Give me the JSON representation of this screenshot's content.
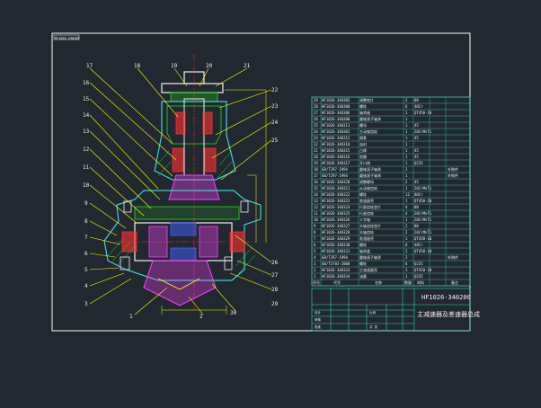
{
  "drawing": {
    "corner_tag": "HF1026-340200",
    "drawing_number": "HF1026-340200",
    "drawing_title": "主减速器及差速器总成"
  },
  "balloons": {
    "top": [
      "17",
      "18",
      "19",
      "20",
      "21"
    ],
    "left": [
      "16",
      "15",
      "14",
      "13",
      "12",
      "11",
      "10",
      "9",
      "8",
      "7",
      "6",
      "5",
      "4",
      "3"
    ],
    "right": [
      "22",
      "23",
      "24",
      "25"
    ],
    "right_lower": [
      "26",
      "27",
      "28"
    ],
    "bottom": [
      "1",
      "2",
      "30",
      "29"
    ]
  },
  "bom_rows": [
    {
      "no": "29",
      "code": "HF1026-340305",
      "name": "调整垫片",
      "qty": "2",
      "mat": "08"
    },
    {
      "no": "28",
      "code": "HF1026-340308",
      "name": "螺栓",
      "qty": "6",
      "mat": "40Cr"
    },
    {
      "no": "27",
      "code": "HF1026-340306",
      "name": "轴承座",
      "qty": "1",
      "mat": "QT450-10"
    },
    {
      "no": "26",
      "code": "HF1026-340300",
      "name": "圆锥滚子轴承",
      "qty": "1",
      "mat": ""
    },
    {
      "no": "25",
      "code": "HF1026-340311",
      "name": "螺母",
      "qty": "1",
      "mat": "45"
    },
    {
      "no": "24",
      "code": "HF1026-340301",
      "name": "主动锥齿轮",
      "qty": "1",
      "mat": "20CrMnTi"
    },
    {
      "no": "23",
      "code": "HF1026-340312",
      "name": "隔套",
      "qty": "1",
      "mat": "45"
    },
    {
      "no": "22",
      "code": "HF1026-340310",
      "name": "油封",
      "qty": "1",
      "mat": ""
    },
    {
      "no": "21",
      "code": "HF1026-340315",
      "name": "凸缘",
      "qty": "1",
      "mat": "45"
    },
    {
      "no": "20",
      "code": "HF1026-340316",
      "name": "垫圈",
      "qty": "1",
      "mat": "45"
    },
    {
      "no": "19",
      "code": "HF1026-340317",
      "name": "开口销",
      "qty": "1",
      "mat": "Q235"
    },
    {
      "no": "18",
      "code": "GB/T297-1994",
      "name": "圆锥滚子轴承",
      "qty": "2",
      "mat": "",
      "note": "外购件"
    },
    {
      "no": "17",
      "code": "GB/T297-1994",
      "name": "圆锥滚子轴承",
      "qty": "1",
      "mat": "",
      "note": "外购件"
    },
    {
      "no": "16",
      "code": "HF1026-340320",
      "name": "调整螺母",
      "qty": "2",
      "mat": "45"
    },
    {
      "no": "15",
      "code": "HF1026-340321",
      "name": "从动锥齿轮",
      "qty": "1",
      "mat": "20CrMnTi"
    },
    {
      "no": "14",
      "code": "HF1026-340322",
      "name": "螺栓",
      "qty": "12",
      "mat": "40Cr"
    },
    {
      "no": "13",
      "code": "HF1026-340323",
      "name": "差速器壳",
      "qty": "1",
      "mat": "QT450-10"
    },
    {
      "no": "12",
      "code": "HF1026-340324",
      "name": "行星齿轮垫片",
      "qty": "4",
      "mat": "08"
    },
    {
      "no": "11",
      "code": "HF1026-340325",
      "name": "行星齿轮",
      "qty": "4",
      "mat": "20CrMnTi"
    },
    {
      "no": "10",
      "code": "HF1026-340326",
      "name": "十字轴",
      "qty": "1",
      "mat": "20CrMnTi"
    },
    {
      "no": "9",
      "code": "HF1026-340327",
      "name": "半轴齿轮垫片",
      "qty": "2",
      "mat": "08"
    },
    {
      "no": "8",
      "code": "HF1026-340328",
      "name": "半轴齿轮",
      "qty": "2",
      "mat": "20CrMnTi"
    },
    {
      "no": "7",
      "code": "HF1026-340329",
      "name": "差速器壳",
      "qty": "1",
      "mat": "QT450-10"
    },
    {
      "no": "6",
      "code": "HF1026-340330",
      "name": "螺栓",
      "qty": "8",
      "mat": "40Cr"
    },
    {
      "no": "5",
      "code": "HF1026-340331",
      "name": "轴承盖",
      "qty": "2",
      "mat": "QT450-10"
    },
    {
      "no": "4",
      "code": "GB/T297-1994",
      "name": "圆锥滚子轴承",
      "qty": "2",
      "mat": "",
      "note": "外购件"
    },
    {
      "no": "3",
      "code": "GB/T5783-2000",
      "name": "螺栓",
      "qty": "6",
      "mat": "Q235"
    },
    {
      "no": "2",
      "code": "HF1026-340333",
      "name": "主减速器壳",
      "qty": "1",
      "mat": "QT450-10"
    },
    {
      "no": "1",
      "code": "HF1026-340334",
      "name": "油塞",
      "qty": "1",
      "mat": "Q235"
    }
  ],
  "bom_header": {
    "no": "序号",
    "code": "代号",
    "name": "名称",
    "qty": "数量",
    "mat": "材料",
    "note": "备注"
  },
  "title_block": {
    "scale_label": "比例",
    "sheet_label": "共 张",
    "design": "设计",
    "check": "审核",
    "approve": "批准"
  },
  "colors": {
    "background": "#212830",
    "frame": "#ffffff",
    "table": "#3bd0c0",
    "outline": "#40d0d0",
    "drawing_white": "#f0f0f0",
    "hatch": "#20e020",
    "red": "#ff3030",
    "magenta": "#ff40ff",
    "yellow": "#ffff00",
    "blue": "#4060ff"
  }
}
